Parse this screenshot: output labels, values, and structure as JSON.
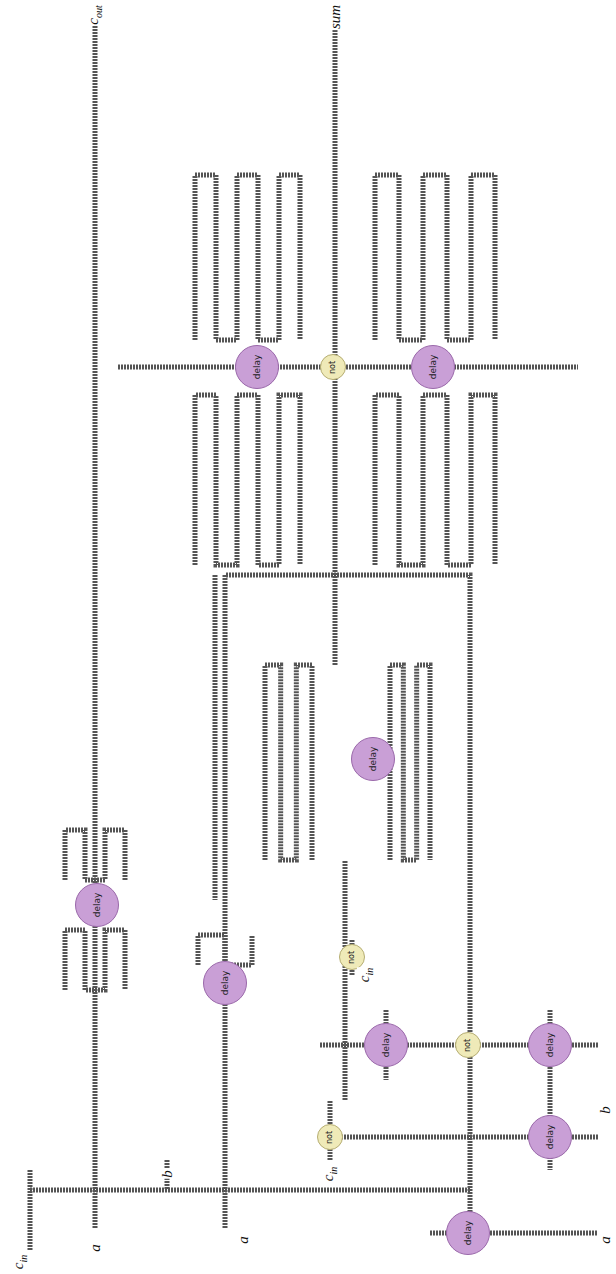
{
  "diagram": {
    "nodes": [
      {
        "text": [
          "delay"
        ]
      },
      {
        "text": [
          "delay"
        ]
      },
      {
        "text": [
          "delay"
        ]
      },
      {
        "text": [
          "delay"
        ]
      },
      {
        "text": [
          "delay"
        ]
      },
      {
        "text": [
          "delay"
        ]
      },
      {
        "text": [
          "delay"
        ]
      },
      {
        "text": [
          "delay"
        ]
      },
      {
        "text": [
          "delay"
        ]
      },
      {
        "text": [
          "not"
        ]
      },
      {
        "text": [
          "not"
        ]
      },
      {
        "text": [
          "not"
        ]
      },
      {
        "text": [
          "not"
        ]
      }
    ],
    "labels": [
      "cin",
      "a",
      "b",
      "a",
      "cin",
      "cin",
      "a",
      "b",
      "cout",
      "sum"
    ]
  }
}
